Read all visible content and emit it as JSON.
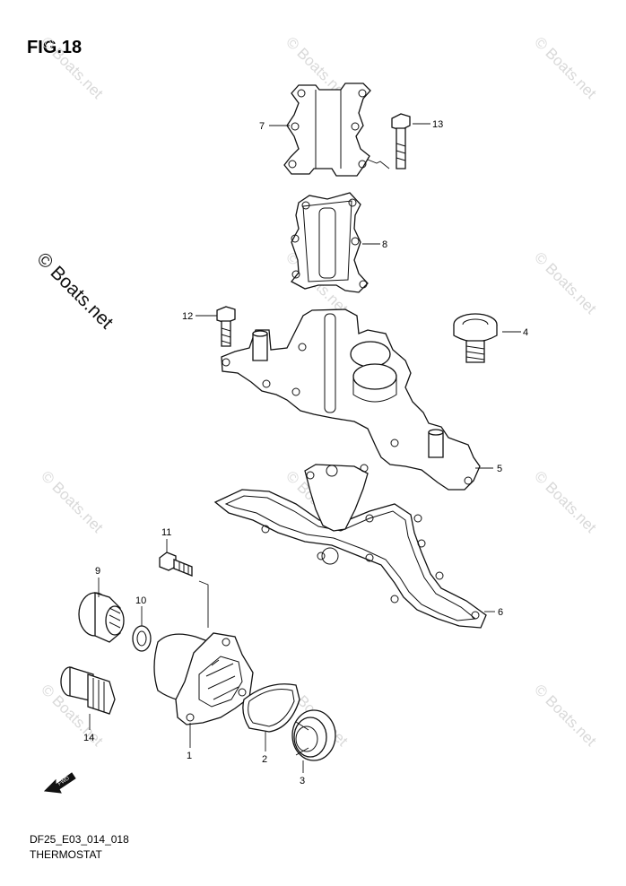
{
  "figure": {
    "title": "FIG.18",
    "code": "DF25_E03_014_018",
    "name": "THERMOSTAT"
  },
  "watermark": {
    "text": "© Boats.net",
    "color": "#d9d9d9",
    "main_color": "#111111"
  },
  "callouts": [
    "1",
    "2",
    "3",
    "4",
    "5",
    "6",
    "7",
    "8",
    "9",
    "10",
    "11",
    "12",
    "13",
    "14"
  ],
  "fwd_icon": {
    "label": "FWD"
  }
}
